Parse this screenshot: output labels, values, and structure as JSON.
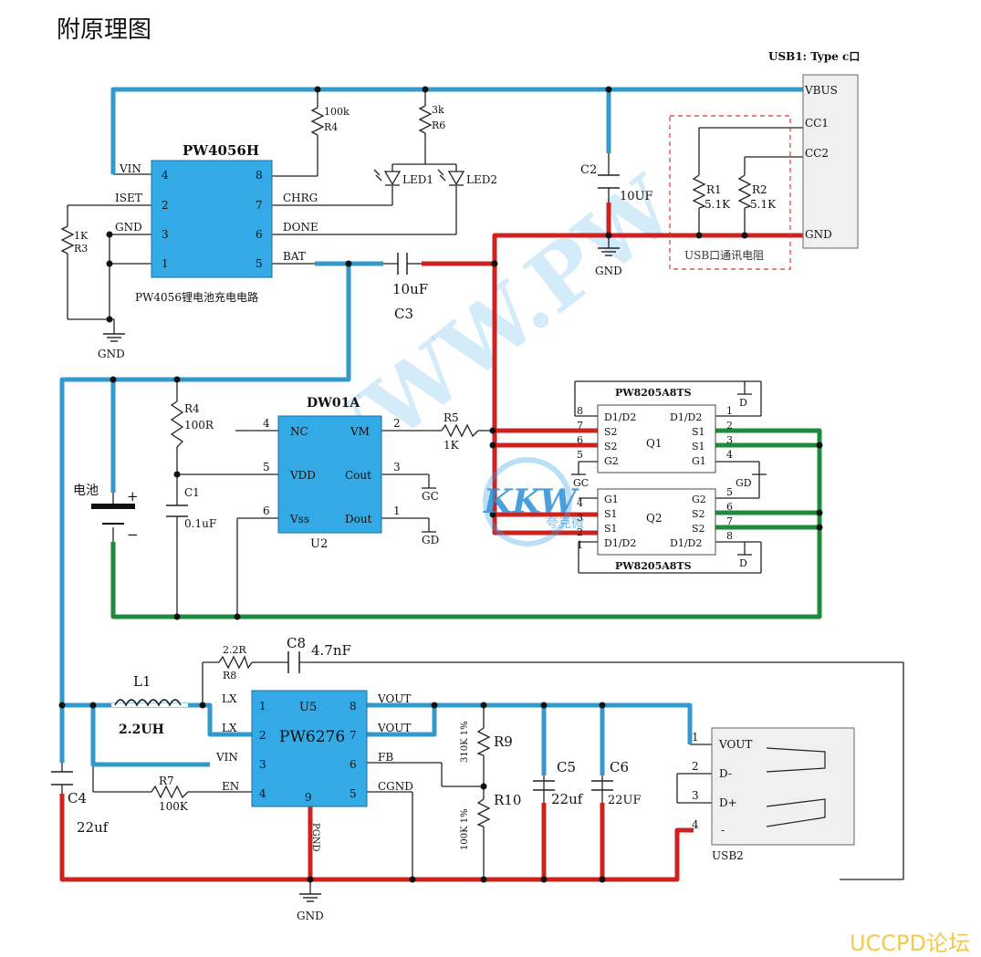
{
  "page": {
    "heading": "附原理图",
    "forum_tag": "UCCPD论坛"
  },
  "watermark": {
    "url": "WWW.PW",
    "logo": "KKW",
    "logo_sub": "夸克微"
  },
  "colors": {
    "blue": "#3399cc",
    "red": "#cc2222",
    "green": "#1e8a3c",
    "chip": "#33a9e6",
    "wire": "#222222"
  },
  "usb1": {
    "title": "USB1: Type c口",
    "pins": [
      "VBUS",
      "CC1",
      "CC2",
      "GND"
    ]
  },
  "cc_box": {
    "label": "USB口通讯电阻",
    "r1": "R1",
    "r1_val": "5.1K",
    "r2": "R2",
    "r2_val": "5.1K"
  },
  "u1": {
    "name": "PW4056H",
    "caption": "PW4056锂电池充电电路",
    "left_pins": [
      {
        "num": "4",
        "net": "VIN"
      },
      {
        "num": "2",
        "net": "ISET"
      },
      {
        "num": "3",
        "net": "GND"
      },
      {
        "num": "1",
        "net": ""
      }
    ],
    "right_pins": [
      {
        "num": "8",
        "net": ""
      },
      {
        "num": "7",
        "net": "CHRG"
      },
      {
        "num": "6",
        "net": "DONE"
      },
      {
        "num": "5",
        "net": "BAT"
      }
    ]
  },
  "charger_parts": {
    "r4_val": "100k",
    "r4": "R4",
    "r6_val": "3k",
    "r6": "R6",
    "led1": "LED1",
    "led2": "LED2",
    "r3_val": "1K",
    "r3": "R3",
    "c2": "C2",
    "c2_val": "10UF",
    "c3_val": "10uF",
    "c3": "C3",
    "gnd": "GND"
  },
  "u2": {
    "name": "DW01A",
    "ref": "U2",
    "left_pins": [
      {
        "num": "4",
        "net": "NC"
      },
      {
        "num": "5",
        "net": "VDD"
      },
      {
        "num": "6",
        "net": "Vss"
      }
    ],
    "right_pins": [
      {
        "num": "2",
        "net": "VM"
      },
      {
        "num": "3",
        "net": "Cout"
      },
      {
        "num": "1",
        "net": "Dout"
      }
    ]
  },
  "protect_parts": {
    "r4": "R4",
    "r4_val": "100R",
    "c1": "C1",
    "c1_val": "0.1uF",
    "r5": "R5",
    "r5_val": "1K",
    "battery": "电池",
    "plus": "+",
    "minus": "−",
    "gc": "GC",
    "gd": "GD"
  },
  "q1": {
    "title": "PW8205A8TS",
    "ref": "Q1",
    "left": [
      {
        "num": "8",
        "net": "D1/D2"
      },
      {
        "num": "7",
        "net": "S2"
      },
      {
        "num": "6",
        "net": "S2"
      },
      {
        "num": "5",
        "net": "G2"
      }
    ],
    "right": [
      {
        "num": "1",
        "net": "D1/D2"
      },
      {
        "num": "2",
        "net": "S1"
      },
      {
        "num": "3",
        "net": "S1"
      },
      {
        "num": "4",
        "net": "G1"
      }
    ],
    "d_label": "D",
    "gd_label": "GD",
    "gc_label": "GC"
  },
  "q2": {
    "title": "PW8205A8TS",
    "ref": "Q2",
    "left": [
      {
        "num": "4",
        "net": "G1"
      },
      {
        "num": "3",
        "net": "S1"
      },
      {
        "num": "2",
        "net": "S1"
      },
      {
        "num": "1",
        "net": "D1/D2"
      }
    ],
    "right": [
      {
        "num": "5",
        "net": "G2"
      },
      {
        "num": "6",
        "net": "S2"
      },
      {
        "num": "7",
        "net": "S2"
      },
      {
        "num": "8",
        "net": "D1/D2"
      }
    ],
    "d_label": "D"
  },
  "u5": {
    "name": "PW6276",
    "ref": "U5",
    "left_pins": [
      {
        "num": "1",
        "net": "LX"
      },
      {
        "num": "2",
        "net": "LX"
      },
      {
        "num": "3",
        "net": "VIN"
      },
      {
        "num": "4",
        "net": "EN"
      }
    ],
    "right_pins": [
      {
        "num": "8",
        "net": "VOUT"
      },
      {
        "num": "7",
        "net": "VOUT"
      },
      {
        "num": "6",
        "net": "FB"
      },
      {
        "num": "5",
        "net": "CGND"
      }
    ],
    "bottom_pin": {
      "num": "9",
      "net": "PGND"
    }
  },
  "boost_parts": {
    "l1": "L1",
    "l1_val": "2.2UH",
    "r8_val": "2.2R",
    "r8": "R8",
    "c8": "C8",
    "c8_val": "4.7nF",
    "r7": "R7",
    "r7_val": "100K",
    "c4": "C4",
    "c4_val": "22uf",
    "r9": "R9",
    "r9_val": "310K 1%",
    "r10": "R10",
    "r10_val": "100K 1%",
    "c5": "C5",
    "c5_val": "22uf",
    "c6": "C6",
    "c6_val": "22UF",
    "gnd": "GND"
  },
  "usb2": {
    "ref": "USB2",
    "pins": [
      {
        "num": "1",
        "net": "VOUT"
      },
      {
        "num": "2",
        "net": "D-"
      },
      {
        "num": "3",
        "net": "D+"
      },
      {
        "num": "4",
        "net": "-"
      }
    ]
  }
}
